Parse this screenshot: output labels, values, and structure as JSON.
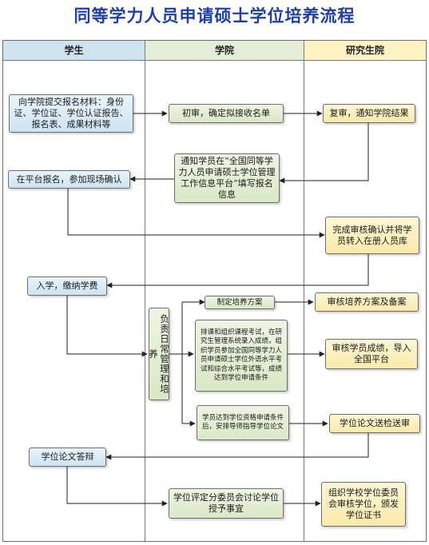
{
  "title": "同等学力人员申请硕士学位培养流程",
  "lanes": {
    "student": "学生",
    "college": "学院",
    "grad": "研究生院"
  },
  "steps": {
    "submit_materials": "向学院提交报名材料：身份证、学位证、学位认证报告、报名表、成果材料等",
    "first_review": "初审，确定拟接收名单",
    "re_review": "复审，通知学院结果",
    "notify_platform": "通知学员在“全国同等学力人员申请硕士学位管理工作信息平台”填写报名信息",
    "platform_register": "在平台报名，参加现场确认",
    "complete_review": "完成审核确认并将学员转入在册人员库",
    "enroll_pay": "入学，缴纳学费",
    "responsible_daily": "负责日常管理和培养",
    "make_plan": "制定培养方案",
    "review_plan": "审核培养方案及备案",
    "courses_exams": "排课和组织课程考试，在研究生管理系统录入成绩，组织学员参加全国同等学力人员申请硕士学位外语水平考试和综合水平考试等，成绩达到学位申请条件",
    "review_scores": "审核学员成绩，导入全国平台",
    "thesis_arrange": "学员达到学位资格申请条件后，安排导师指导学位论文",
    "thesis_check": "学位论文送检送审",
    "thesis_defense": "学位论文答辩",
    "committee": "学位评定分委员会讨论学位授予事宜",
    "award_degree": "组织学校学位委员会审核学位，颁发学位证书"
  }
}
